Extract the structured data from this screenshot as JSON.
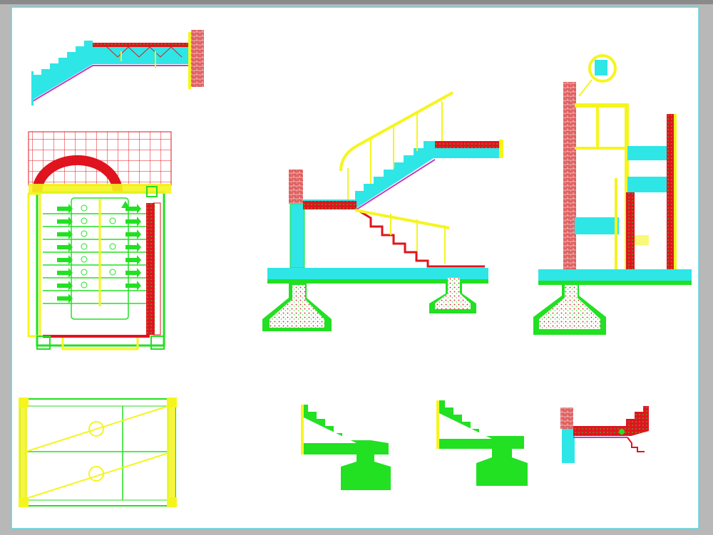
{
  "viewer": {
    "background_color": "#b8b8b8",
    "sheet_color": "#ffffff",
    "border_color": "#5fd4dc"
  },
  "palette": {
    "cyan": "#2ee6e6",
    "red": "#e0141e",
    "green": "#22e022",
    "yellow": "#f5f51e",
    "magenta": "#c040c0",
    "brick": "#e06060"
  },
  "drawing": {
    "views": [
      "stair-elevation-top-left",
      "stair-plan",
      "stair-section-center",
      "stair-section-right",
      "slab-plan-bottom-left",
      "stair-detail-bottom-1",
      "stair-detail-bottom-2",
      "landing-detail-bottom-right"
    ]
  }
}
